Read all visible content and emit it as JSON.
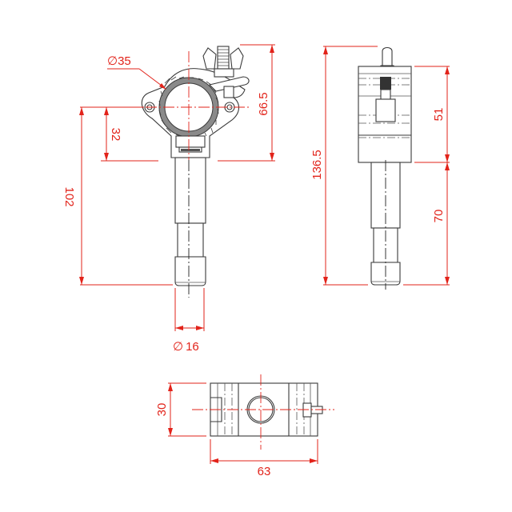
{
  "drawing": {
    "title": "Half coupler clamp with spigot - technical drawing",
    "views": [
      "front-view",
      "side-view",
      "top-view"
    ],
    "colors": {
      "dimension": "#e2231a",
      "outline": "#3a3a3a",
      "hatch": "#8a8a8a",
      "background": "#ffffff"
    }
  },
  "dimensions": {
    "tube_diameter": "35",
    "tube_diameter_prefix": "∅",
    "spigot_diameter": "16",
    "spigot_diameter_prefix": "∅",
    "clamp_height": "66.5",
    "center_to_base": "32",
    "total_front_height": "102",
    "overall_height": "136.5",
    "body_height": "51",
    "spigot_length": "70",
    "top_width": "30",
    "top_length": "63"
  }
}
